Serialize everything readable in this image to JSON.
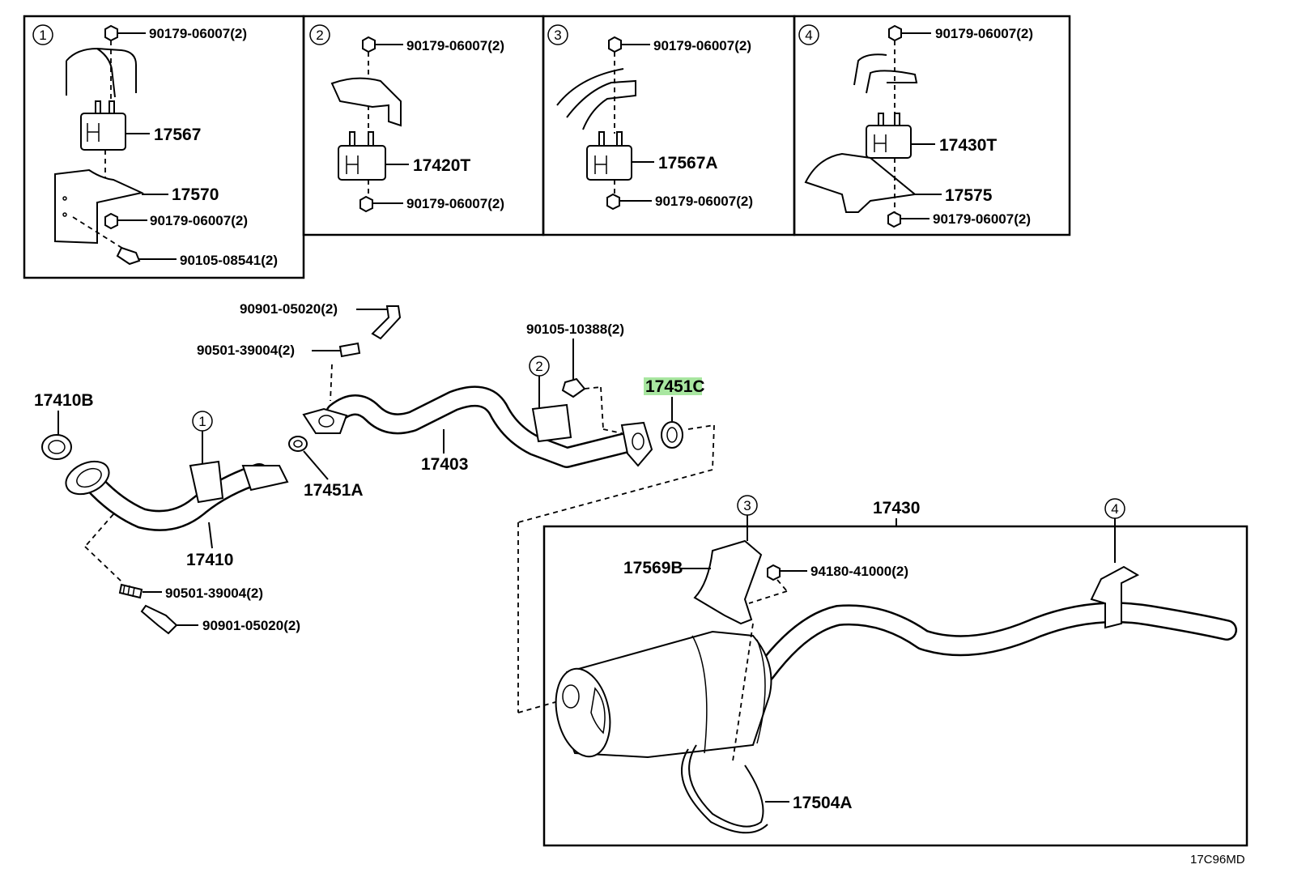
{
  "insets": [
    {
      "num": "1",
      "labels": [
        "90179-06007(2)",
        "17567",
        "17570",
        "90179-06007(2)",
        "90105-08541(2)"
      ]
    },
    {
      "num": "2",
      "labels": [
        "90179-06007(2)",
        "17420T",
        "90179-06007(2)"
      ]
    },
    {
      "num": "3",
      "labels": [
        "90179-06007(2)",
        "17567A",
        "90179-06007(2)"
      ]
    },
    {
      "num": "4",
      "labels": [
        "90179-06007(2)",
        "17430T",
        "17575",
        "90179-06007(2)"
      ]
    }
  ],
  "main": {
    "front_pipe": {
      "gasket": "17410B",
      "ref": "1",
      "pipe": "17410",
      "spring": "90501-39004(2)",
      "bolt": "90901-05020(2)"
    },
    "center_pipe": {
      "bolt": "90901-05020(2)",
      "spring": "90501-39004(2)",
      "bolt2": "90105-10388(2)",
      "ref": "2",
      "gasket": "17451A",
      "pipe": "17403",
      "gasket_highlighted": "17451C"
    },
    "tail_pipe": {
      "assembly": "17430",
      "ref3": "3",
      "ref4": "4",
      "heat_insulator": "17569B",
      "nut": "94180-41000(2)",
      "band": "17504A"
    }
  },
  "diagram_code": "17C96MD",
  "colors": {
    "highlight": "#a8e6a0",
    "ink": "#000000"
  }
}
